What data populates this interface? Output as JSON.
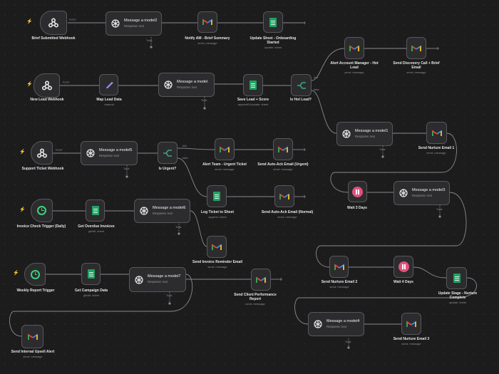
{
  "connection_labels": {
    "post": "POST",
    "true": "true",
    "false": "false",
    "tools": "Tools"
  },
  "workflow": {
    "row1": {
      "brief_webhook": {
        "label": "Brief Submitted Webhook"
      },
      "model2": {
        "title": "Message a model2",
        "subtitle": "Response: text"
      },
      "notify_am": {
        "label": "Notify AM - Brief Summary",
        "sub": "send: message"
      },
      "update_sheet": {
        "label": "Update Sheet - Onboarding Started",
        "sub": "update: sheet"
      }
    },
    "row2": {
      "new_lead_webhook": {
        "label": "New Lead Webhook"
      },
      "map_lead": {
        "label": "Map Lead Data",
        "sub": "manual"
      },
      "model": {
        "title": "Message a model",
        "subtitle": "Response: text"
      },
      "save_lead": {
        "label": "Save Lead + Score",
        "sub": "appendOrUpdate: sheet"
      },
      "is_hot": {
        "label": "Is Hot Lead?"
      },
      "alert_am_hot": {
        "label": "Alert Account Manager - Hot Lead",
        "sub": "send: message"
      },
      "send_discovery": {
        "label": "Send Discovery Call + Brief Email",
        "sub": "send: message"
      }
    },
    "nurture": {
      "model1": {
        "title": "Message a model1",
        "subtitle": "Response: text"
      },
      "nurture1": {
        "label": "Send Nurture Email 1",
        "sub": "send: message"
      },
      "wait3": {
        "label": "Wait 3 Days"
      },
      "model3": {
        "title": "Message a model3",
        "subtitle": "Response: text"
      },
      "nurture2": {
        "label": "Send Nurture Email 2",
        "sub": "send: message"
      },
      "wait4": {
        "label": "Wait 4 Days"
      },
      "update_stage": {
        "label": "Update Stage - Nurture Complete",
        "sub": "update: sheet"
      },
      "model4": {
        "title": "Message a model4",
        "subtitle": "Response: text"
      },
      "nurture3": {
        "label": "Send Nurture Email 3",
        "sub": "send: message"
      }
    },
    "row3": {
      "support_webhook": {
        "label": "Support Ticket Webhook"
      },
      "model5": {
        "title": "Message a model5",
        "subtitle": "Response: text"
      },
      "is_urgent": {
        "label": "Is Urgent?"
      },
      "alert_team": {
        "label": "Alert Team - Urgent Ticket",
        "sub": "send: message"
      },
      "auto_ack_urgent": {
        "label": "Send Auto-Ack Email (Urgent)",
        "sub": "send: message"
      },
      "log_ticket": {
        "label": "Log Ticket to Sheet",
        "sub": "append: sheet"
      },
      "auto_ack_normal": {
        "label": "Send Auto-Ack Email (Normal)",
        "sub": "send: message"
      }
    },
    "row4": {
      "invoice_trigger": {
        "label": "Invoice Check Trigger (Daily)"
      },
      "get_overdue": {
        "label": "Get Overdue Invoices",
        "sub": "getAll: sheet"
      },
      "model6": {
        "title": "Message a model6",
        "subtitle": "Response: text"
      },
      "invoice_reminder": {
        "label": "Send Invoice Reminder Email",
        "sub": "send: message"
      }
    },
    "row5": {
      "weekly_trigger": {
        "label": "Weekly Report Trigger"
      },
      "get_campaign": {
        "label": "Get Campaign Data",
        "sub": "getAll: sheet"
      },
      "model7": {
        "title": "Message a model7",
        "subtitle": "Response: text"
      },
      "client_report": {
        "label": "Send Client Performance Report",
        "sub": "send: message"
      },
      "upsell_alert": {
        "label": "Send Internal Upsell Alert",
        "sub": "send: message"
      }
    }
  },
  "colors": {
    "canvas": "#1c1c1d",
    "node_bg": "#2c2c2e",
    "node_border": "#58585c",
    "edge": "#8a8a8e",
    "trigger_bolt": "#ff5a5a",
    "sheets_green": "#1ea362",
    "wait_pink": "#e4507d",
    "schedule_green": "#3fd07c",
    "router_green": "#3aa57a"
  },
  "icons": {
    "webhook": "webhook-icon",
    "openai": "openai-icon",
    "gmail": "gmail-icon",
    "sheets": "google-sheets-icon",
    "if": "if-branch-icon",
    "set": "pen-icon",
    "wait": "pause-icon",
    "schedule": "clock-icon",
    "trigger": "lightning-bolt-icon"
  }
}
